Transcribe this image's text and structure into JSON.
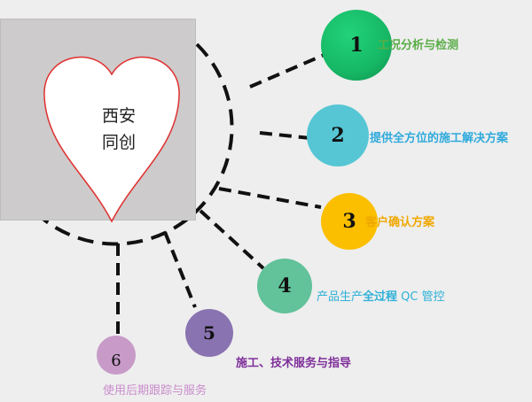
{
  "center": {
    "line1": "西安",
    "line2": "同创"
  },
  "colors": {
    "n1": "#16b865",
    "n2": "#56c6d4",
    "n3": "#fbbf00",
    "n4": "#62c29a",
    "n5": "#8a73b1",
    "n6": "#c79ac8",
    "l1": "#5aad48",
    "l2": "#2eaadc",
    "l3": "#f0a800",
    "l4": "#2fb1d8",
    "l5": "#7e2f9a",
    "l6": "#c98ccb",
    "heart_border": "#e03030"
  },
  "nodes": [
    {
      "num": "1",
      "label": "工况分析与检测"
    },
    {
      "num": "2",
      "label": "提供全方位的施工解决方案"
    },
    {
      "num": "3",
      "label": "客户确认方案"
    },
    {
      "num": "4",
      "label_pre": "产品生产",
      "label_bold": "全过程",
      "label_post": " QC 管控"
    },
    {
      "num": "5",
      "label": "施工、技术服务与指导"
    },
    {
      "num": "6",
      "label": "使用后期跟踪与服务"
    }
  ]
}
